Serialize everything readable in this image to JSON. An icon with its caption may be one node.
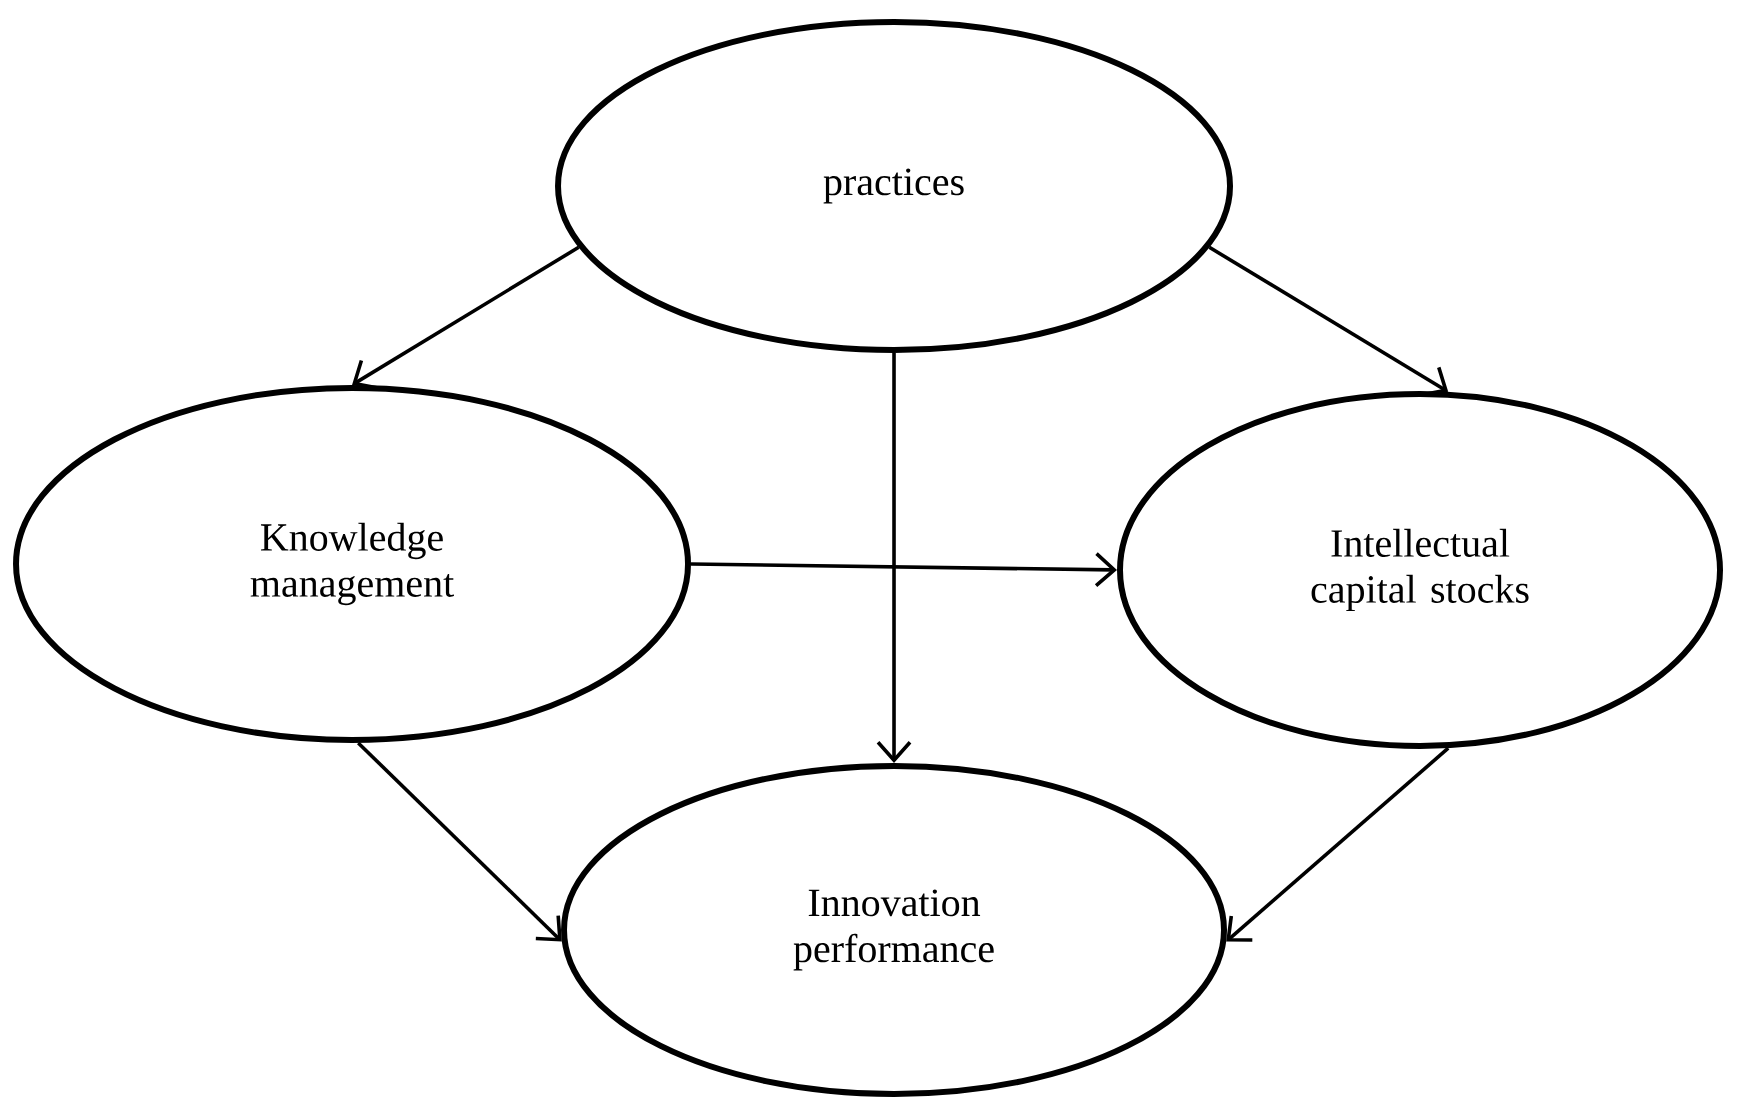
{
  "diagram": {
    "nodes": [
      {
        "text": [
          "practices"
        ]
      },
      {
        "text": [
          "Knowledge management"
        ]
      },
      {
        "text": [
          "Intellectual capital stocks"
        ]
      },
      {
        "text": [
          "Innovation performance"
        ]
      }
    ],
    "edges": [
      {
        "from": 0,
        "to": 1,
        "arrow": "to"
      },
      {
        "from": 0,
        "to": 2,
        "arrow": "to"
      },
      {
        "from": 0,
        "to": 3,
        "arrow": "to"
      },
      {
        "from": 1,
        "to": 2,
        "arrow": "to"
      },
      {
        "from": 1,
        "to": 3,
        "arrow": "to"
      },
      {
        "from": 2,
        "to": 3,
        "arrow": "to"
      }
    ]
  }
}
